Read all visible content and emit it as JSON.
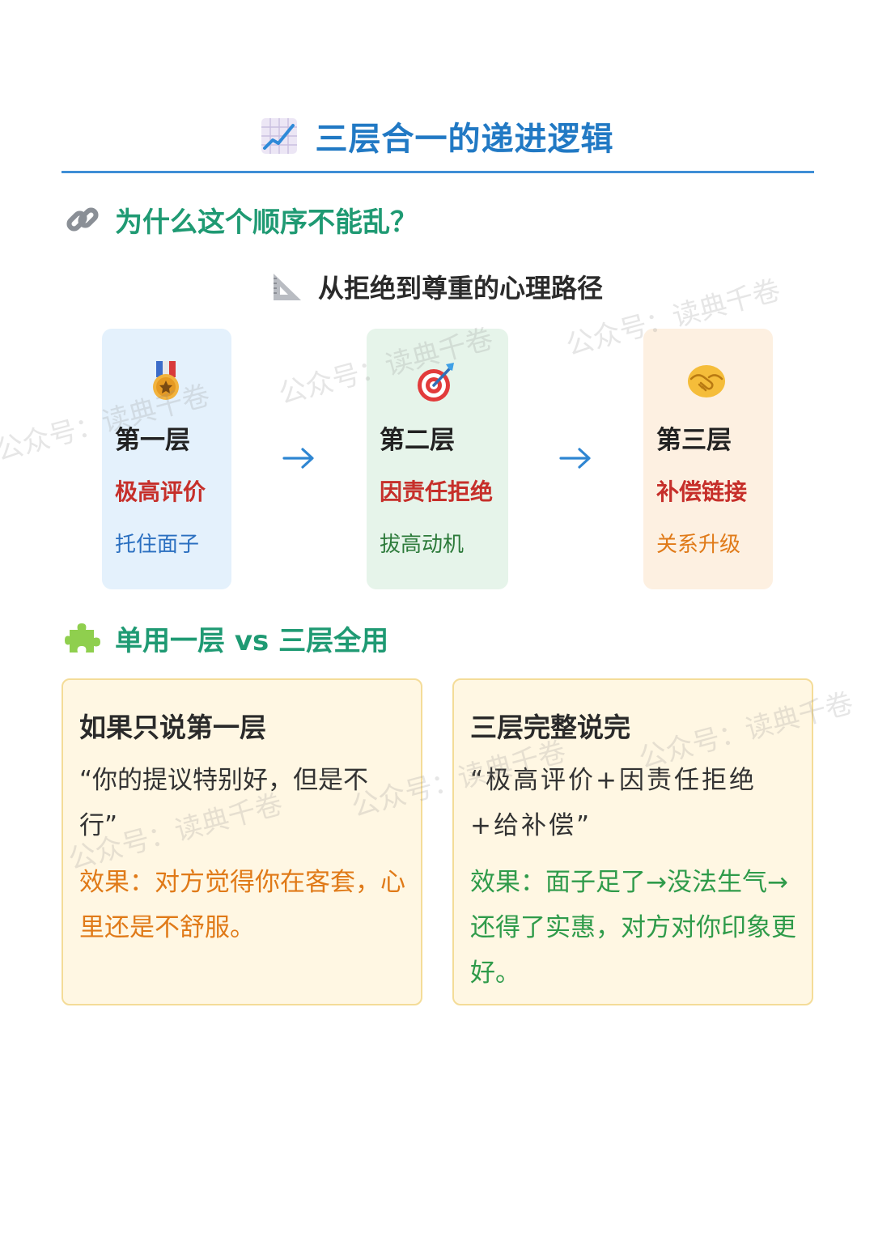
{
  "title": "三层合一的递进逻辑",
  "section1": {
    "heading": "为什么这个顺序不能乱？"
  },
  "subheading": "从拒绝到尊重的心理路径",
  "layers": [
    {
      "layer": "第一层",
      "name": "极高评价",
      "desc": "托住面子",
      "bg": "#e4f1fc",
      "name_color": "#c62f2a",
      "desc_color": "#2a6fc0",
      "icon": "medal-icon"
    },
    {
      "layer": "第二层",
      "name": "因责任拒绝",
      "desc": "拔高动机",
      "bg": "#e6f4ea",
      "name_color": "#c62f2a",
      "desc_color": "#2c7a3a",
      "icon": "target-icon"
    },
    {
      "layer": "第三层",
      "name": "补偿链接",
      "desc": "关系升级",
      "bg": "#fdf0e1",
      "name_color": "#c62f2a",
      "desc_color": "#e07a18",
      "icon": "handshake-icon"
    }
  ],
  "section2": {
    "heading": "单用一层 vs 三层全用"
  },
  "compare": [
    {
      "title": "如果只说第一层",
      "quote": "“你的提议特别好，但是不行”",
      "effect": "效果：对方觉得你在客套，心里还是不舒服。",
      "effect_color": "#e07a18"
    },
    {
      "title": "三层完整说完",
      "quote": "“极高评价+因责任拒绝+给补偿”",
      "effect": "效果：面子足了→没法生气→还得了实惠，对方对你印象更好。",
      "effect_color": "#2f9b4a"
    }
  ],
  "watermark": "公众号：读典千卷",
  "colors": {
    "title": "#2179c4",
    "section_heading": "#1f9a73",
    "rule": "#3f8ed6"
  }
}
